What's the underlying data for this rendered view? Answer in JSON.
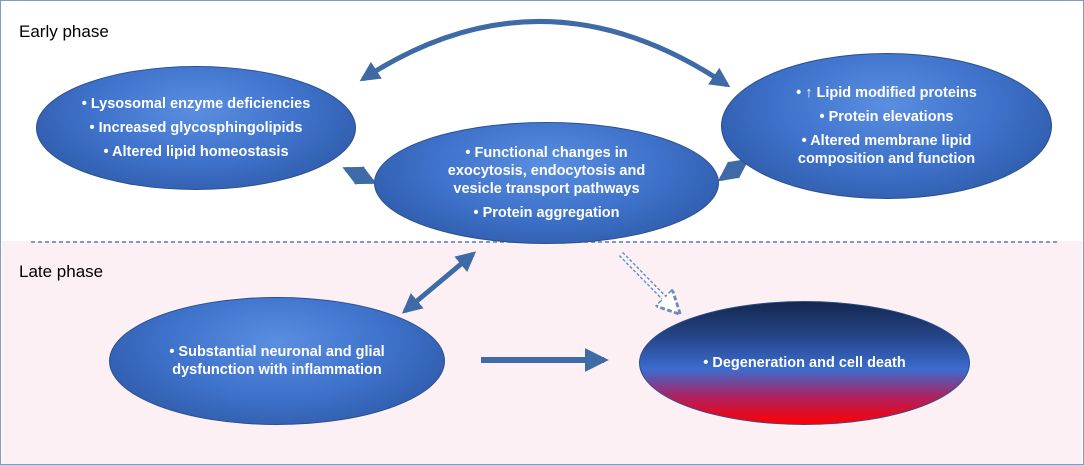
{
  "phases": {
    "early": "Early phase",
    "late": "Late phase"
  },
  "nodes": {
    "lysosomal": {
      "items": [
        "Lysosomal enzyme deficiencies",
        "Increased glycosphingolipids",
        "Altered lipid homeostasis"
      ]
    },
    "functional": {
      "items": [
        "Functional changes in exocytosis, endocytosis and vesicle transport pathways",
        "Protein aggregation"
      ]
    },
    "lipid": {
      "items": [
        "↑ Lipid modified proteins",
        "Protein elevations",
        "Altered membrane lipid composition and function"
      ]
    },
    "neuronal": {
      "items": [
        "Substantial neuronal and glial dysfunction with inflammation"
      ]
    },
    "degeneration": {
      "items": [
        "Degeneration and cell death"
      ]
    }
  },
  "colors": {
    "ellipse_blue": "#3f73cc",
    "arrow_blue": "#3e6aa5",
    "death_red": "#ff0000",
    "late_background": "#fdf0f5",
    "divider": "#4f7cc0"
  }
}
